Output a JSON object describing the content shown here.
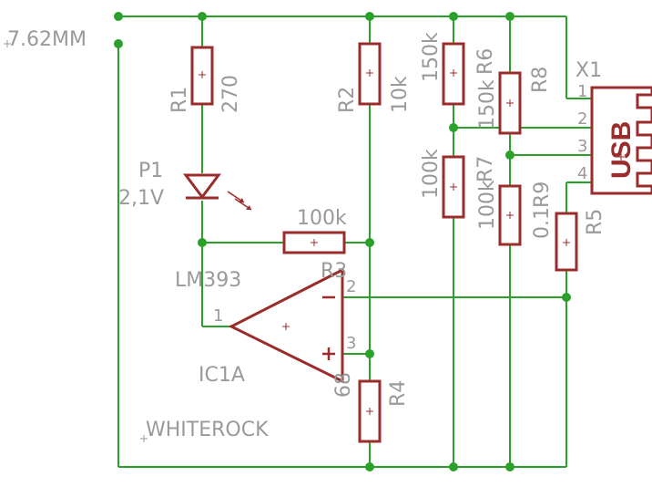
{
  "labels": {
    "spacing": "7.62MM",
    "r1_name": "R1",
    "r1_value": "270",
    "p1_name": "P1",
    "p1_value": "2,1V",
    "r2_name": "R2",
    "r2_value": "10k",
    "feedback_value": "100k",
    "r3_name": "R3",
    "opamp_model": "LM393",
    "opamp_name": "IC1A",
    "pin1": "1",
    "pin2": "2",
    "pin3": "3",
    "r4_name": "R4",
    "r4_value": "68",
    "r6_value": "150k",
    "r6_name": "R6",
    "r8_value": "150k",
    "r8_name": "R8",
    "r7_value": "100k",
    "r7_name": "R7",
    "r9_value": "100k",
    "r9_name": "R9",
    "r5_value": "0.1",
    "r5_name": "R5",
    "connector_name": "X1",
    "usb_text": "USB",
    "usb_pin1": "1",
    "usb_pin2": "2",
    "usb_pin3": "3",
    "usb_pin4": "4",
    "footer": "WHITEROCK"
  },
  "colors": {
    "wire": "#2aa12a",
    "part": "#9b2c2c",
    "text": "#9a9a9a"
  }
}
